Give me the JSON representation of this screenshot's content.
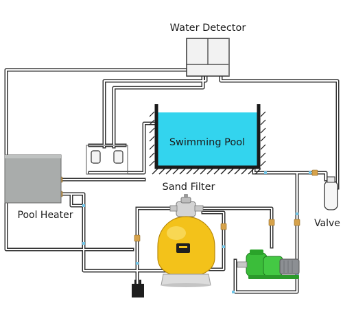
{
  "labels": {
    "water_detector": "Water Detector",
    "swimming_pool": "Swimming Pool",
    "sand_filter": "Sand Filter",
    "pool_heater": "Pool Heater",
    "valve": "Valve"
  },
  "colors": {
    "pool_water": "#33d4ee",
    "pool_walls": "#1a1a1a",
    "pipe_outer": "#333333",
    "pipe_inner": "#ffffff",
    "heater_body": "#a9acab",
    "detector_body": "#f2f2f2",
    "filter_tank": "#f3c21a",
    "filter_base": "#dcdcdc",
    "pump_body": "#3bbd3a",
    "pump_motor": "#8c8f93",
    "fitting": "#d6a24b",
    "flow_dot": "#6fc4e6"
  }
}
